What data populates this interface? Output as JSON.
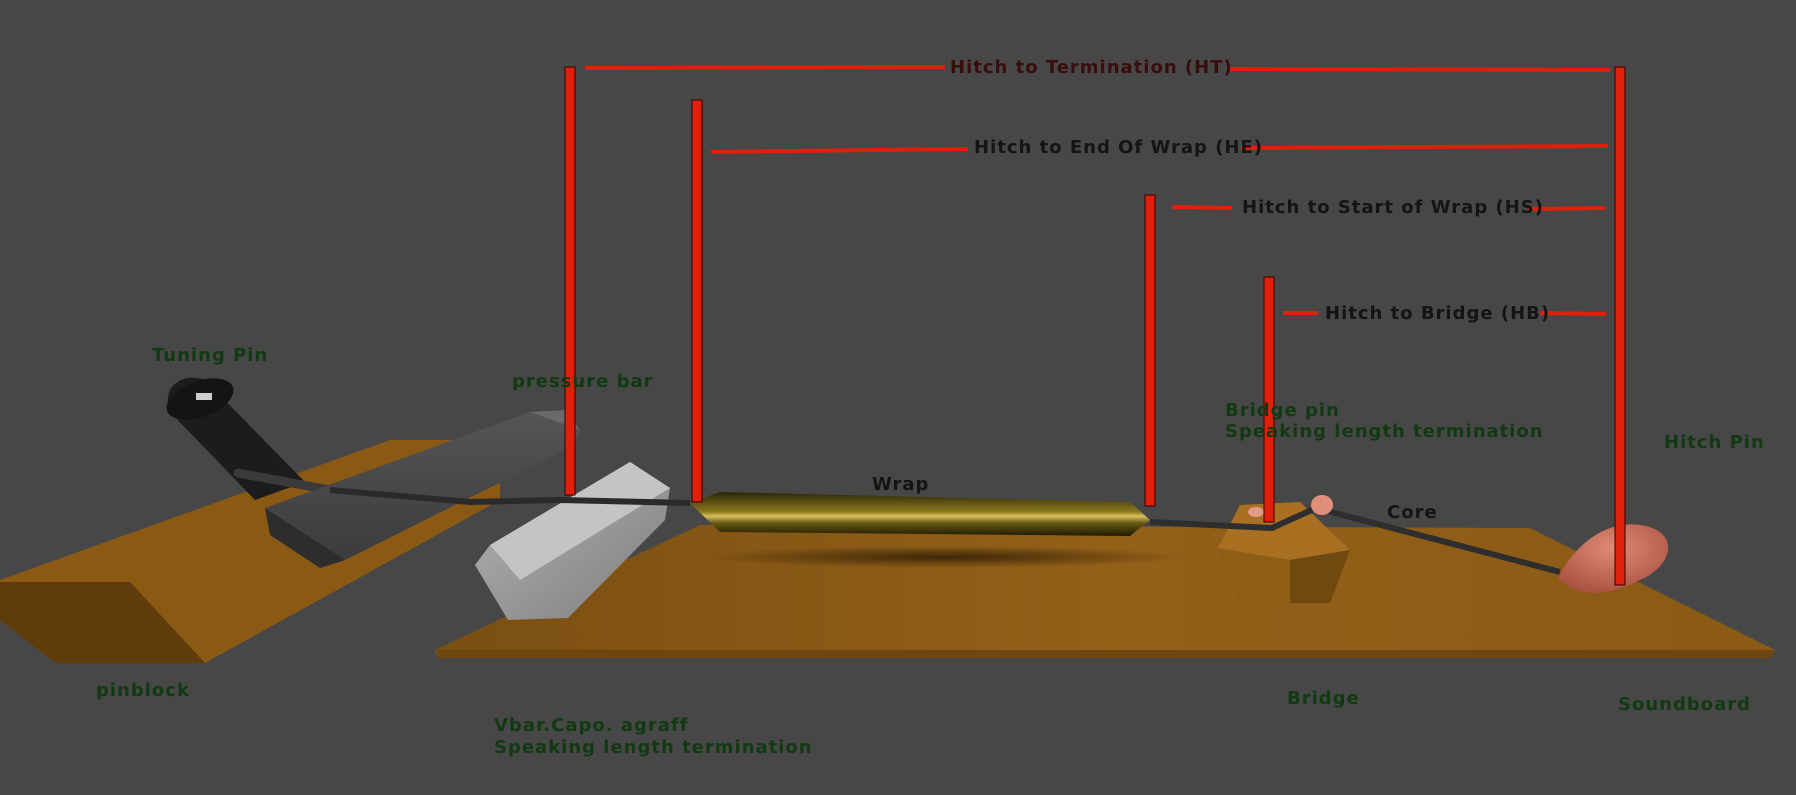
{
  "colors": {
    "background": "#474747",
    "wood": "#8a5a14",
    "wood_dark": "#5e3c0c",
    "marker_red": "#e0200a",
    "label_green": "#123a12",
    "label_dark": "#141414",
    "string_dark": "#2e2e2e",
    "wrap_gold": "#6b5a10",
    "hitch_pin": "#c8685a"
  },
  "measurements": {
    "ht": "Hitch to Termination (HT)",
    "he": "Hitch to End Of Wrap (HE)",
    "hs": "Hitch to Start of Wrap (HS)",
    "hb": "Hitch to Bridge (HB)"
  },
  "parts": {
    "tuning_pin": "Tuning Pin",
    "pressure_bar": "pressure bar",
    "pinblock": "pinblock",
    "vbar_line1": "Vbar.Capo. agraff",
    "vbar_line2": "Speaking length termination",
    "wrap": "Wrap",
    "bridge_pin_line1": "Bridge pin",
    "bridge_pin_line2": "Speaking length termination",
    "core": "Core",
    "hitch_pin": "Hitch Pin",
    "bridge": "Bridge",
    "soundboard": "Soundboard"
  }
}
